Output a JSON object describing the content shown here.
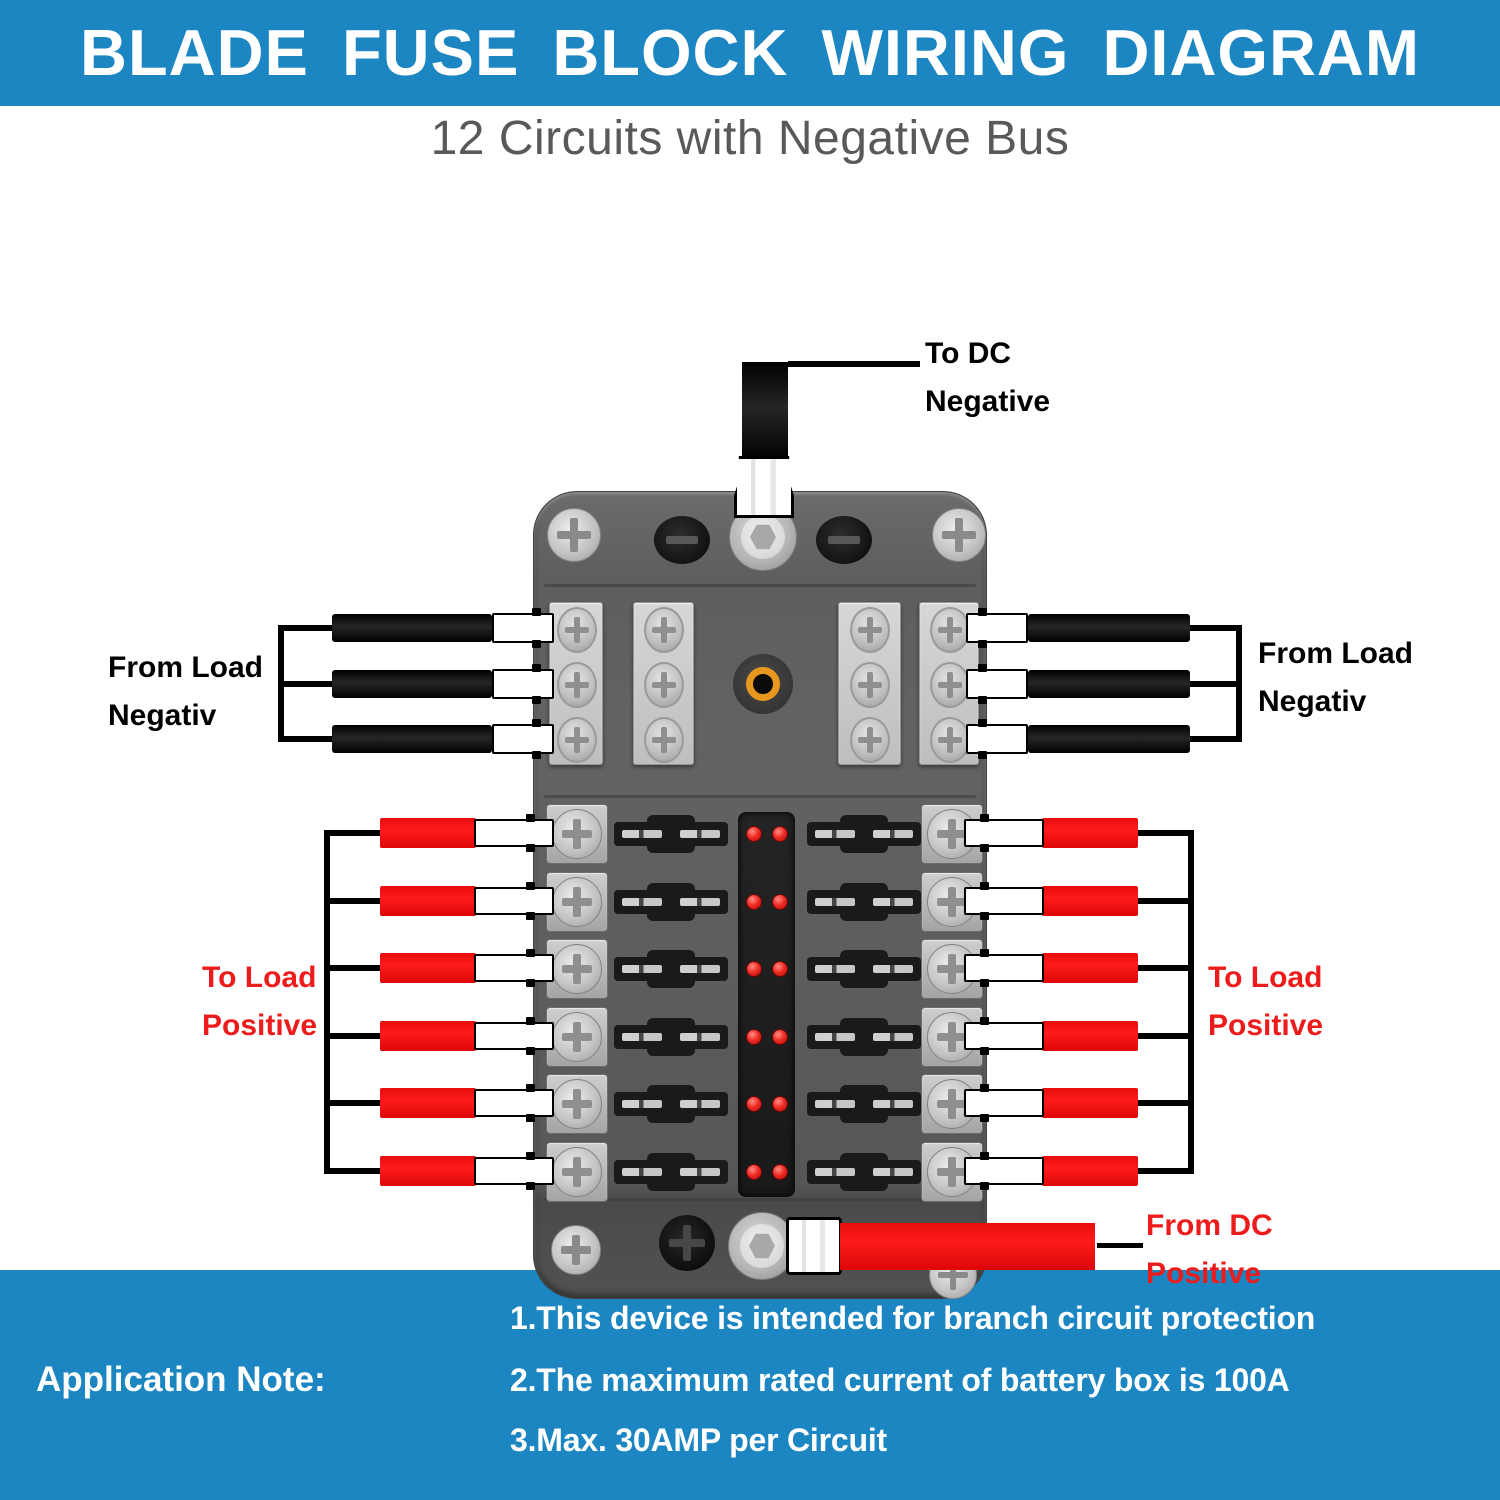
{
  "header": {
    "title": "BLADE FUSE BLOCK WIRING DIAGRAM",
    "subtitle": "12 Circuits with Negative Bus"
  },
  "labels": {
    "to_dc": {
      "line1": "To DC",
      "line2": "Negative"
    },
    "from_load_left": {
      "line1": "From Load",
      "line2": "Negativ"
    },
    "from_load_right": {
      "line1": "From Load",
      "line2": "Negativ"
    },
    "to_load_left": {
      "line1": "To Load",
      "line2": "Positive"
    },
    "to_load_right": {
      "line1": "To Load",
      "line2": "Positive"
    },
    "from_dc": {
      "line1": "From DC",
      "line2": "Positive"
    }
  },
  "application_note": {
    "heading": "Application Note:",
    "items": [
      "1.This device is intended for branch circuit protection",
      "2.The maximum rated current of battery box is 100A",
      "3.Max. 30AMP per Circuit"
    ]
  },
  "device": {
    "circuits": "12",
    "fuse_rows": "6",
    "negative_bus_terminals_per_side": "3"
  },
  "colors": {
    "banner_blue": "#1b86c1",
    "subtitle_gray": "#58595b",
    "wire_red": "#f40d0d",
    "label_red": "#ed1c1c",
    "led_red": "#ee2a22",
    "wire_black": "#000000"
  }
}
